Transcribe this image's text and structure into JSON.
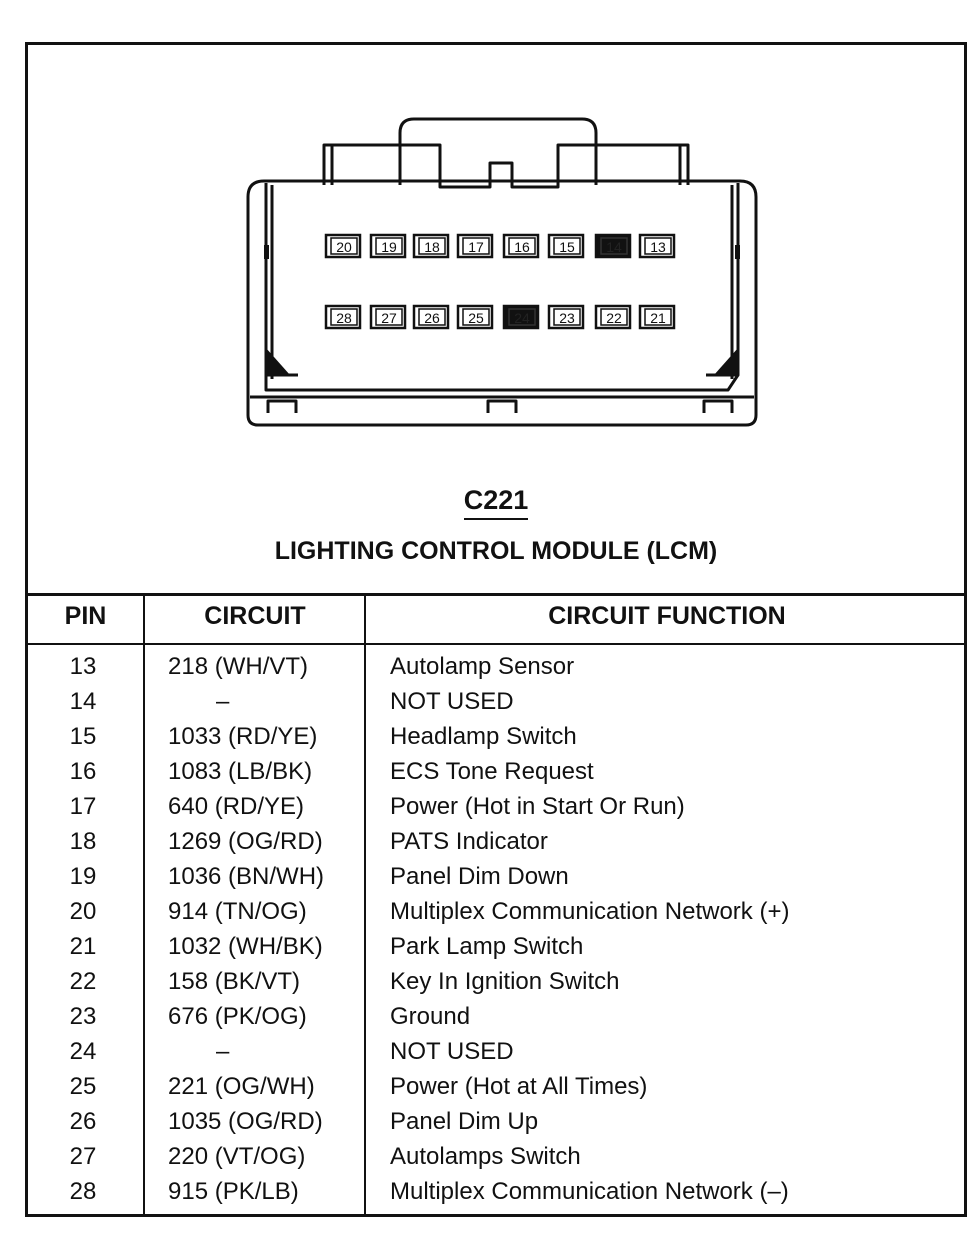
{
  "connector": {
    "id": "C221",
    "name": "LIGHTING CONTROL MODULE (LCM)",
    "top_row_cavities": [
      {
        "label": "20",
        "used": true
      },
      {
        "label": "19",
        "used": true
      },
      {
        "label": "18",
        "used": true
      },
      {
        "label": "17",
        "used": true
      },
      {
        "label": "16",
        "used": true
      },
      {
        "label": "15",
        "used": true
      },
      {
        "label": "14",
        "used": false
      },
      {
        "label": "13",
        "used": true
      }
    ],
    "bottom_row_cavities": [
      {
        "label": "28",
        "used": true
      },
      {
        "label": "27",
        "used": true
      },
      {
        "label": "26",
        "used": true
      },
      {
        "label": "25",
        "used": true
      },
      {
        "label": "24",
        "used": false
      },
      {
        "label": "23",
        "used": true
      },
      {
        "label": "22",
        "used": true
      },
      {
        "label": "21",
        "used": true
      }
    ]
  },
  "table": {
    "headers": {
      "pin": "PIN",
      "circuit": "CIRCUIT",
      "function": "CIRCUIT FUNCTION"
    },
    "rows": [
      {
        "pin": "13",
        "circuit": "218 (WH/VT)",
        "function": "Autolamp Sensor"
      },
      {
        "pin": "14",
        "circuit": "–",
        "function": "NOT USED"
      },
      {
        "pin": "15",
        "circuit": "1033 (RD/YE)",
        "function": "Headlamp Switch"
      },
      {
        "pin": "16",
        "circuit": "1083 (LB/BK)",
        "function": "ECS Tone Request"
      },
      {
        "pin": "17",
        "circuit": "640 (RD/YE)",
        "function": "Power (Hot in Start Or Run)"
      },
      {
        "pin": "18",
        "circuit": "1269 (OG/RD)",
        "function": "PATS Indicator"
      },
      {
        "pin": "19",
        "circuit": "1036 (BN/WH)",
        "function": "Panel Dim Down"
      },
      {
        "pin": "20",
        "circuit": "914 (TN/OG)",
        "function": "Multiplex Communication Network (+)"
      },
      {
        "pin": "21",
        "circuit": "1032 (WH/BK)",
        "function": "Park Lamp Switch"
      },
      {
        "pin": "22",
        "circuit": "158 (BK/VT)",
        "function": "Key In Ignition Switch"
      },
      {
        "pin": "23",
        "circuit": "676 (PK/OG)",
        "function": "Ground"
      },
      {
        "pin": "24",
        "circuit": "–",
        "function": "NOT USED"
      },
      {
        "pin": "25",
        "circuit": "221 (OG/WH)",
        "function": "Power (Hot at All Times)"
      },
      {
        "pin": "26",
        "circuit": "1035 (OG/RD)",
        "function": "Panel Dim Up"
      },
      {
        "pin": "27",
        "circuit": "220 (VT/OG)",
        "function": "Autolamps Switch"
      },
      {
        "pin": "28",
        "circuit": "915 (PK/LB)",
        "function": "Multiplex Communication Network (–)"
      }
    ]
  }
}
